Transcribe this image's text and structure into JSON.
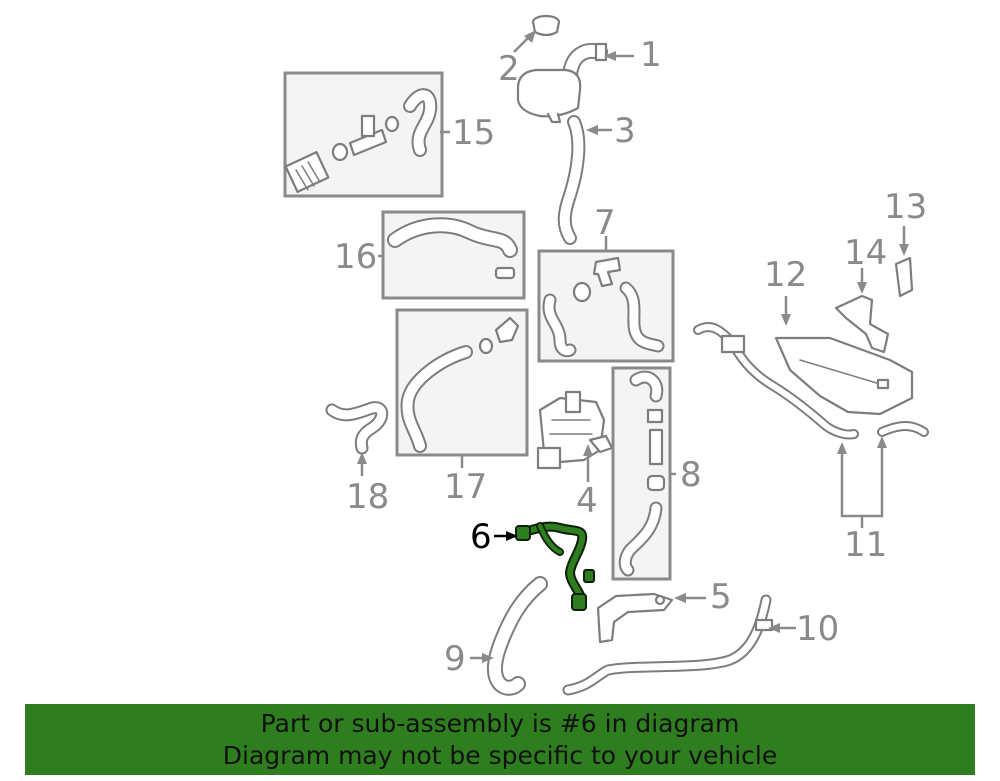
{
  "callouts": [
    "1",
    "2",
    "3",
    "4",
    "5",
    "6",
    "7",
    "8",
    "9",
    "10",
    "11",
    "12",
    "13",
    "14",
    "15",
    "16",
    "17",
    "18"
  ],
  "highlight_callout": "6",
  "colors": {
    "highlight": "#2e7d1e",
    "line": "#7d7d7d",
    "label": "#8a8a8a"
  },
  "banner": {
    "line1": "Part or sub-assembly is #6 in diagram",
    "line2": "Diagram may not be specific to your vehicle"
  }
}
